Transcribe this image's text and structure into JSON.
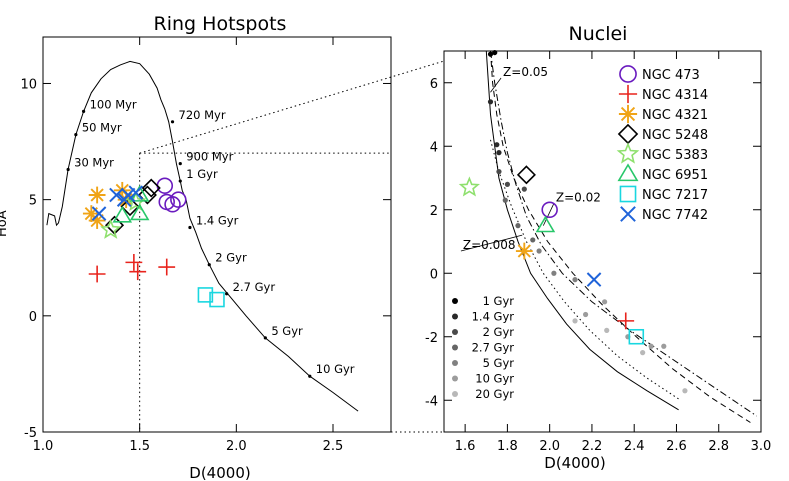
{
  "chart_data": [
    {
      "panel": "left",
      "type": "scatter",
      "title": "Ring Hotspots",
      "xlabel": "D(4000)",
      "ylabel": "HδA",
      "xlim": [
        1.0,
        2.8
      ],
      "ylim": [
        -5,
        12
      ],
      "xticks": [
        1.0,
        1.5,
        2.0,
        2.5
      ],
      "yticks": [
        -5,
        0,
        5,
        10
      ],
      "xtick_labels": [
        "1.0",
        "1.5",
        "2.0",
        "2.5"
      ],
      "ytick_labels": [
        "-5",
        "0",
        "5",
        "10"
      ],
      "track": {
        "x": [
          1.02,
          1.03,
          1.06,
          1.07,
          1.08,
          1.1,
          1.13,
          1.17,
          1.21,
          1.25,
          1.3,
          1.35,
          1.4,
          1.45,
          1.5,
          1.55,
          1.59,
          1.61,
          1.63,
          1.65,
          1.67,
          1.69,
          1.71,
          1.72,
          1.74,
          1.76,
          1.79,
          1.82,
          1.86,
          1.91,
          1.97,
          2.05,
          2.15,
          2.27,
          2.38,
          2.5,
          2.63
        ],
        "y": [
          3.9,
          4.4,
          4.3,
          3.9,
          4.0,
          4.7,
          6.3,
          7.8,
          8.8,
          9.6,
          10.2,
          10.6,
          10.8,
          10.95,
          10.85,
          10.4,
          9.8,
          9.3,
          8.9,
          8.35,
          7.5,
          6.55,
          5.8,
          5.4,
          5.0,
          4.2,
          3.6,
          2.9,
          2.2,
          1.4,
          0.8,
          0.0,
          -0.95,
          -1.75,
          -2.6,
          -3.3,
          -4.1
        ]
      },
      "age_ticks": [
        {
          "label": "30 Myr",
          "x": 1.13,
          "y": 6.3
        },
        {
          "label": "50 Myr",
          "x": 1.17,
          "y": 7.8
        },
        {
          "label": "100 Myr",
          "x": 1.21,
          "y": 8.8
        },
        {
          "label": "720 Myr",
          "x": 1.67,
          "y": 8.35
        },
        {
          "label": "900 Myr",
          "x": 1.71,
          "y": 6.55
        },
        {
          "label": "1 Gyr",
          "x": 1.71,
          "y": 5.8
        },
        {
          "label": "1.4 Gyr",
          "x": 1.76,
          "y": 3.8
        },
        {
          "label": "2 Gyr",
          "x": 1.86,
          "y": 2.2
        },
        {
          "label": "2.7 Gyr",
          "x": 1.95,
          "y": 0.95
        },
        {
          "label": "5 Gyr",
          "x": 2.15,
          "y": -0.95
        },
        {
          "label": "10 Gyr",
          "x": 2.38,
          "y": -2.6
        }
      ],
      "points": [
        {
          "galaxy": "NGC 473",
          "pts": [
            [
              1.63,
              5.6
            ],
            [
              1.64,
              4.9
            ],
            [
              1.67,
              4.8
            ],
            [
              1.7,
              5.0
            ]
          ]
        },
        {
          "galaxy": "NGC 4314",
          "pts": [
            [
              1.28,
              1.8
            ],
            [
              1.47,
              2.3
            ],
            [
              1.49,
              1.9
            ],
            [
              1.64,
              2.1
            ]
          ]
        },
        {
          "galaxy": "NGC 4321",
          "pts": [
            [
              1.25,
              4.4
            ],
            [
              1.28,
              5.2
            ],
            [
              1.28,
              4.1
            ],
            [
              1.41,
              5.4
            ],
            [
              1.43,
              5.0
            ]
          ]
        },
        {
          "galaxy": "NGC 5248",
          "pts": [
            [
              1.37,
              3.9
            ],
            [
              1.45,
              4.7
            ],
            [
              1.54,
              5.2
            ],
            [
              1.56,
              5.5
            ]
          ]
        },
        {
          "galaxy": "NGC 5383",
          "pts": [
            [
              1.35,
              3.7
            ],
            [
              1.48,
              4.9
            ]
          ]
        },
        {
          "galaxy": "NGC 6951",
          "pts": [
            [
              1.41,
              4.3
            ],
            [
              1.5,
              4.4
            ],
            [
              1.5,
              5.2
            ]
          ]
        },
        {
          "galaxy": "NGC 7217",
          "pts": [
            [
              1.84,
              0.9
            ],
            [
              1.9,
              0.7
            ]
          ]
        },
        {
          "galaxy": "NGC 7742",
          "pts": [
            [
              1.29,
              4.4
            ],
            [
              1.38,
              5.2
            ],
            [
              1.42,
              5.0
            ],
            [
              1.44,
              5.2
            ],
            [
              1.48,
              5.3
            ]
          ]
        }
      ]
    },
    {
      "panel": "right",
      "type": "scatter",
      "title": "Nuclei",
      "xlabel": "D(4000)",
      "ylabel": "",
      "xlim": [
        1.5,
        3.0
      ],
      "ylim": [
        -5,
        7
      ],
      "xticks": [
        1.6,
        1.8,
        2.0,
        2.2,
        2.4,
        2.6,
        2.8,
        3.0
      ],
      "yticks": [
        -4,
        -2,
        0,
        2,
        4,
        6
      ],
      "xtick_labels": [
        "1.6",
        "1.8",
        "2.0",
        "2.2",
        "2.4",
        "2.6",
        "2.8",
        "3.0"
      ],
      "ytick_labels": [
        "-4",
        "-2",
        "0",
        "2",
        "4",
        "6"
      ],
      "tracks": [
        {
          "label": "Z=0.05",
          "style": "dash-dot",
          "x": [
            1.72,
            1.74,
            1.77,
            1.8,
            1.84,
            1.89,
            1.96,
            2.06,
            2.2,
            2.38,
            2.58,
            2.78,
            2.98
          ],
          "y": [
            7.0,
            6.0,
            4.8,
            3.8,
            2.8,
            1.8,
            0.9,
            0.0,
            -0.9,
            -1.8,
            -2.7,
            -3.6,
            -4.5
          ]
        },
        {
          "label": "Z=0.02",
          "style": "dashed",
          "x": [
            1.72,
            1.73,
            1.75,
            1.78,
            1.83,
            1.9,
            1.99,
            2.11,
            2.25,
            2.41,
            2.58,
            2.76,
            2.95
          ],
          "y": [
            7.0,
            6.0,
            5.0,
            4.0,
            3.0,
            2.0,
            1.0,
            0.0,
            -1.0,
            -2.0,
            -3.0,
            -3.9,
            -4.7
          ]
        },
        {
          "label": "Z=0.008",
          "style": "solid",
          "x": [
            1.7,
            1.71,
            1.72,
            1.74,
            1.76,
            1.8,
            1.85,
            1.91,
            1.99,
            2.08,
            2.19,
            2.32,
            2.46,
            2.61
          ],
          "y": [
            7.0,
            6.0,
            5.0,
            4.0,
            3.0,
            2.0,
            1.0,
            0.0,
            -0.8,
            -1.6,
            -2.4,
            -3.1,
            -3.7,
            -4.3
          ]
        },
        {
          "label": "",
          "style": "dotted",
          "x": [
            1.72,
            1.76,
            1.82,
            1.89,
            1.97,
            2.07,
            2.19,
            2.32,
            2.46,
            2.62
          ],
          "y": [
            4.2,
            3.2,
            2.1,
            1.0,
            0.0,
            -0.9,
            -1.8,
            -2.6,
            -3.3,
            -4.0
          ]
        }
      ],
      "points": [
        {
          "galaxy": "NGC 473",
          "x": 2.0,
          "y": 2.0
        },
        {
          "galaxy": "NGC 4314",
          "x": 2.36,
          "y": -1.5
        },
        {
          "galaxy": "NGC 4321",
          "x": 1.88,
          "y": 0.7
        },
        {
          "galaxy": "NGC 5248",
          "x": 1.89,
          "y": 3.1
        },
        {
          "galaxy": "NGC 5383",
          "x": 1.62,
          "y": 2.7
        },
        {
          "galaxy": "NGC 6951",
          "x": 1.98,
          "y": 1.5
        },
        {
          "galaxy": "NGC 7217",
          "x": 2.41,
          "y": -2.0
        },
        {
          "galaxy": "NGC 7742",
          "x": 2.21,
          "y": -0.2
        }
      ],
      "legend": {
        "placement": "top-right",
        "entries": [
          {
            "label": "NGC 473",
            "marker": "circle",
            "color": "#6a1bbf"
          },
          {
            "label": "NGC 4314",
            "marker": "plus",
            "color": "#e8231c"
          },
          {
            "label": "NGC 4321",
            "marker": "asterisk",
            "color": "#f0a417"
          },
          {
            "label": "NGC 5248",
            "marker": "diamond",
            "color": "#000000"
          },
          {
            "label": "NGC 5383",
            "marker": "star",
            "color": "#8fe06e"
          },
          {
            "label": "NGC 6951",
            "marker": "triangle",
            "color": "#28c76a"
          },
          {
            "label": "NGC 7217",
            "marker": "square",
            "color": "#19d7e0"
          },
          {
            "label": "NGC 7742",
            "marker": "cross",
            "color": "#1f63d9"
          }
        ]
      },
      "age_legend": {
        "placement": "bottom-left",
        "entries": [
          {
            "label": "1 Gyr",
            "color": "#000000"
          },
          {
            "label": "1.4 Gyr",
            "color": "#2a2a2a"
          },
          {
            "label": "2 Gyr",
            "color": "#4a4a4a"
          },
          {
            "label": "2.7 Gyr",
            "color": "#666666"
          },
          {
            "label": "5 Gyr",
            "color": "#808080"
          },
          {
            "label": "10 Gyr",
            "color": "#9c9c9c"
          },
          {
            "label": "20 Gyr",
            "color": "#b8b8b8"
          }
        ]
      },
      "age_dots": [
        {
          "age": "1 Gyr",
          "pts": [
            [
              1.72,
              6.9
            ],
            [
              1.74,
              6.95
            ]
          ]
        },
        {
          "age": "1.4 Gyr",
          "pts": [
            [
              1.72,
              5.4
            ],
            [
              1.75,
              4.05
            ],
            [
              1.76,
              3.8
            ]
          ]
        },
        {
          "age": "2 Gyr",
          "pts": [
            [
              1.76,
              3.2
            ],
            [
              1.8,
              2.8
            ],
            [
              1.88,
              2.65
            ]
          ]
        },
        {
          "age": "2.7 Gyr",
          "pts": [
            [
              1.79,
              2.3
            ],
            [
              1.85,
              1.5
            ],
            [
              1.92,
              1.05
            ]
          ]
        },
        {
          "age": "5 Gyr",
          "pts": [
            [
              1.95,
              0.7
            ],
            [
              2.02,
              0.0
            ],
            [
              2.12,
              -0.2
            ]
          ]
        },
        {
          "age": "10 Gyr",
          "pts": [
            [
              2.17,
              -1.3
            ],
            [
              2.26,
              -0.9
            ],
            [
              2.37,
              -2.0
            ],
            [
              2.48,
              -2.3
            ],
            [
              2.54,
              -2.3
            ]
          ]
        },
        {
          "age": "20 Gyr",
          "pts": [
            [
              2.12,
              -1.5
            ],
            [
              2.27,
              -1.8
            ],
            [
              2.44,
              -2.5
            ],
            [
              2.64,
              -3.7
            ]
          ]
        }
      ]
    }
  ]
}
